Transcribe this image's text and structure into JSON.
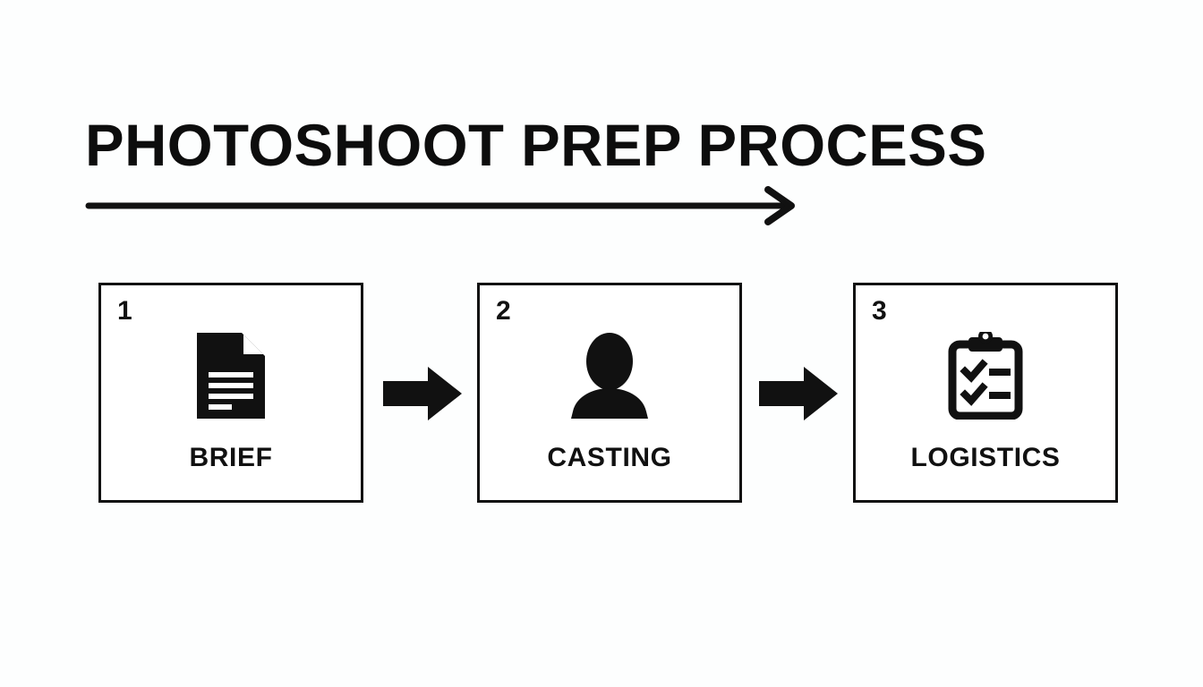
{
  "page": {
    "background_color": "#fdfefe",
    "ink_color": "#111111"
  },
  "header": {
    "title": "PHOTOSHOOT PREP PROCESS",
    "underline_arrow_icon": "long-right-arrow-icon",
    "direction": "left-to-right"
  },
  "process": {
    "steps": [
      {
        "number": "1",
        "label": "BRIEF",
        "icon": "document-icon"
      },
      {
        "number": "2",
        "label": "CASTING",
        "icon": "person-icon"
      },
      {
        "number": "3",
        "label": "LOGISTICS",
        "icon": "clipboard-checklist-icon"
      }
    ],
    "connectors": [
      {
        "icon": "block-right-arrow-icon",
        "from": "BRIEF",
        "to": "CASTING"
      },
      {
        "icon": "block-right-arrow-icon",
        "from": "CASTING",
        "to": "LOGISTICS"
      }
    ]
  }
}
